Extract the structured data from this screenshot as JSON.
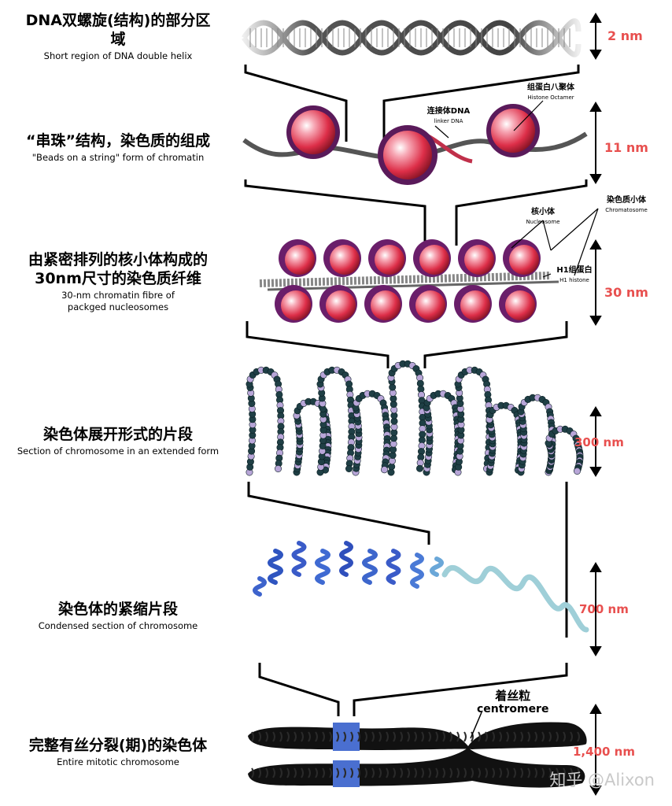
{
  "levels": [
    {
      "zh": "DNA双螺旋(结构)的部分区域",
      "en": "Short region of DNA double helix",
      "scale": "2 nm"
    },
    {
      "zh": "“串珠”结构，染色质的组成",
      "en": "\"Beads on a string\" form of chromatin",
      "scale": "11 nm"
    },
    {
      "zh": "由紧密排列的核小体构成的30nm尺寸的染色质纤维",
      "en": "30-nm chromatin fibre of packged nucleosomes",
      "scale": "30 nm"
    },
    {
      "zh": "染色体展开形式的片段",
      "en": "Section of chromosome in an extended form",
      "scale": "300 nm"
    },
    {
      "zh": "染色体的紧缩片段",
      "en": "Condensed section of chromosome",
      "scale": "700 nm"
    },
    {
      "zh": "完整有丝分裂(期)的染色体",
      "en": "Entire mitotic chromosome",
      "scale": "1,400 nm"
    }
  ],
  "annotations": {
    "histone_zh": "组蛋白八聚体",
    "histone_en": "Histone Octamer",
    "linker_zh": "连接体DNA",
    "linker_en": "linker DNA",
    "nucleosome_zh": "核小体",
    "nucleosome_en": "Nucleosome",
    "chromatosome_zh": "染色质小体",
    "chromatosome_en": "Chromatosome",
    "h1_zh": "H1组蛋白",
    "h1_en": "H1 histone",
    "centromere_zh": "着丝粒",
    "centromere_en": "centromere"
  },
  "watermark": "知乎 @Alixon",
  "colors": {
    "scale_text": "#e8504f",
    "bead": "#e0304a",
    "wrap": "#7a2a7a",
    "condensed": "#3a5fc8",
    "extended_light": "#9fd0d8"
  }
}
